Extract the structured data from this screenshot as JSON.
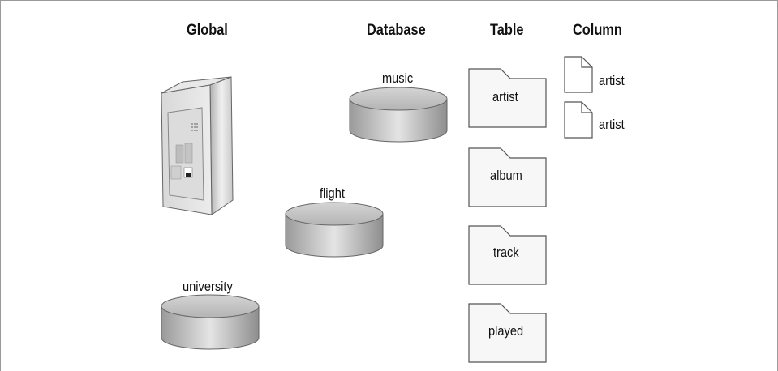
{
  "headers": {
    "global": "Global",
    "database": "Database",
    "table": "Table",
    "column": "Column"
  },
  "databases": [
    {
      "name": "music"
    },
    {
      "name": "flight"
    },
    {
      "name": "university"
    }
  ],
  "tables": [
    {
      "name": "artist"
    },
    {
      "name": "album"
    },
    {
      "name": "track"
    },
    {
      "name": "played"
    }
  ],
  "columns": [
    {
      "name": "artist"
    },
    {
      "name": "artist"
    }
  ],
  "colors": {
    "cylinder_dark": "#8c8c8c",
    "cylinder_light": "#e6e6e6",
    "outline": "#555555",
    "folder_fill": "#f7f7f7"
  }
}
